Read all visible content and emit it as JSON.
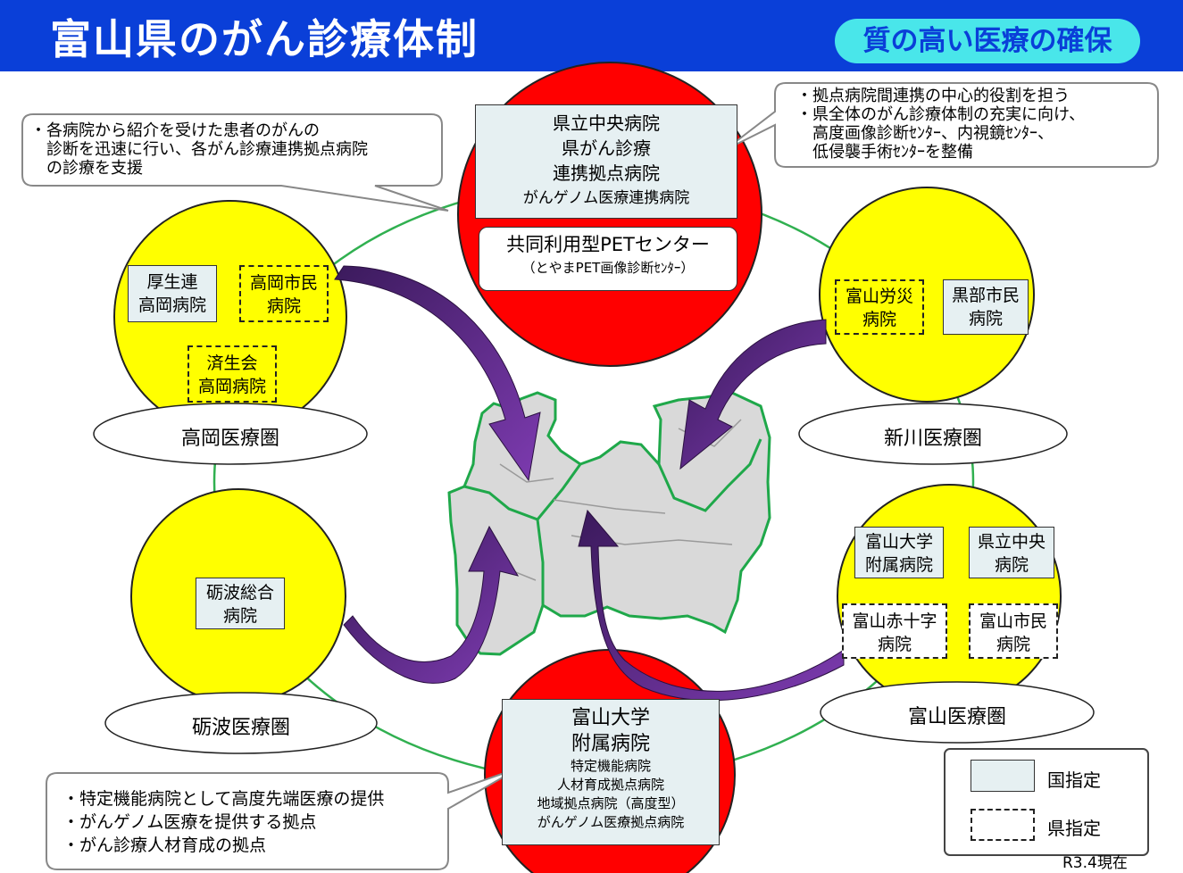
{
  "header": {
    "title": "富山県のがん診療体制",
    "badge": "質の高い医療の確保"
  },
  "top_center": {
    "line1": "県立中央病院",
    "line2": "県がん診療",
    "line3": "連携拠点病院",
    "line4": "がんゲノム医療連携病院"
  },
  "pet_center": {
    "line1": "共同利用型PETセンター",
    "line2": "（とやまPET画像診断ｾﾝﾀｰ）"
  },
  "callout_left": {
    "text": "・各病院から紹介を受けた患者のがんの\n　診断を迅速に行い、各がん診療連携拠点病院\n　の診療を支援"
  },
  "callout_right": {
    "text": "・拠点病院間連携の中心的役割を担う\n・県全体のがん診療体制の充実に向け、\n　高度画像診断ｾﾝﾀｰ、内視鏡ｾﾝﾀｰ、\n　低侵襲手術ｾﾝﾀｰを整備"
  },
  "callout_bottom": {
    "text": "・特定機能病院として高度先端医療の提供\n・がんゲノム医療を提供する拠点\n・がん診療人材育成の拠点"
  },
  "takaoka": {
    "region": "高岡医療圏",
    "h1_a": "厚生連",
    "h1_b": "高岡病院",
    "h2_a": "高岡市民",
    "h2_b": "病院",
    "h3_a": "済生会",
    "h3_b": "高岡病院"
  },
  "shinkawa": {
    "region": "新川医療圏",
    "h1_a": "富山労災",
    "h1_b": "病院",
    "h2_a": "黒部市民",
    "h2_b": "病院"
  },
  "tonami": {
    "region": "砺波医療圏",
    "h1_a": "砺波総合",
    "h1_b": "病院"
  },
  "toyama": {
    "region": "富山医療圏",
    "h1_a": "富山大学",
    "h1_b": "附属病院",
    "h2_a": "県立中央",
    "h2_b": "病院",
    "h3_a": "富山赤十字",
    "h3_b": "病院",
    "h4_a": "富山市民",
    "h4_b": "病院"
  },
  "bottom_center": {
    "line1": "富山大学",
    "line2": "附属病院",
    "sub1": "特定機能病院",
    "sub2": "人材育成拠点病院",
    "sub3": "地域拠点病院（高度型）",
    "sub4": "がんゲノム医療拠点病院"
  },
  "legend": {
    "national": "国指定",
    "prefectural": "県指定"
  },
  "date_note": "R3.4現在",
  "colors": {
    "header": "#0a3fd8",
    "badge": "#49e6ea",
    "center_circle": "#ff0000",
    "region_circle": "#ffff00",
    "arrow": "#6a2c91",
    "ring": "#30b050",
    "map_fill": "#d9d9d9",
    "map_border": "#1fa84a"
  }
}
